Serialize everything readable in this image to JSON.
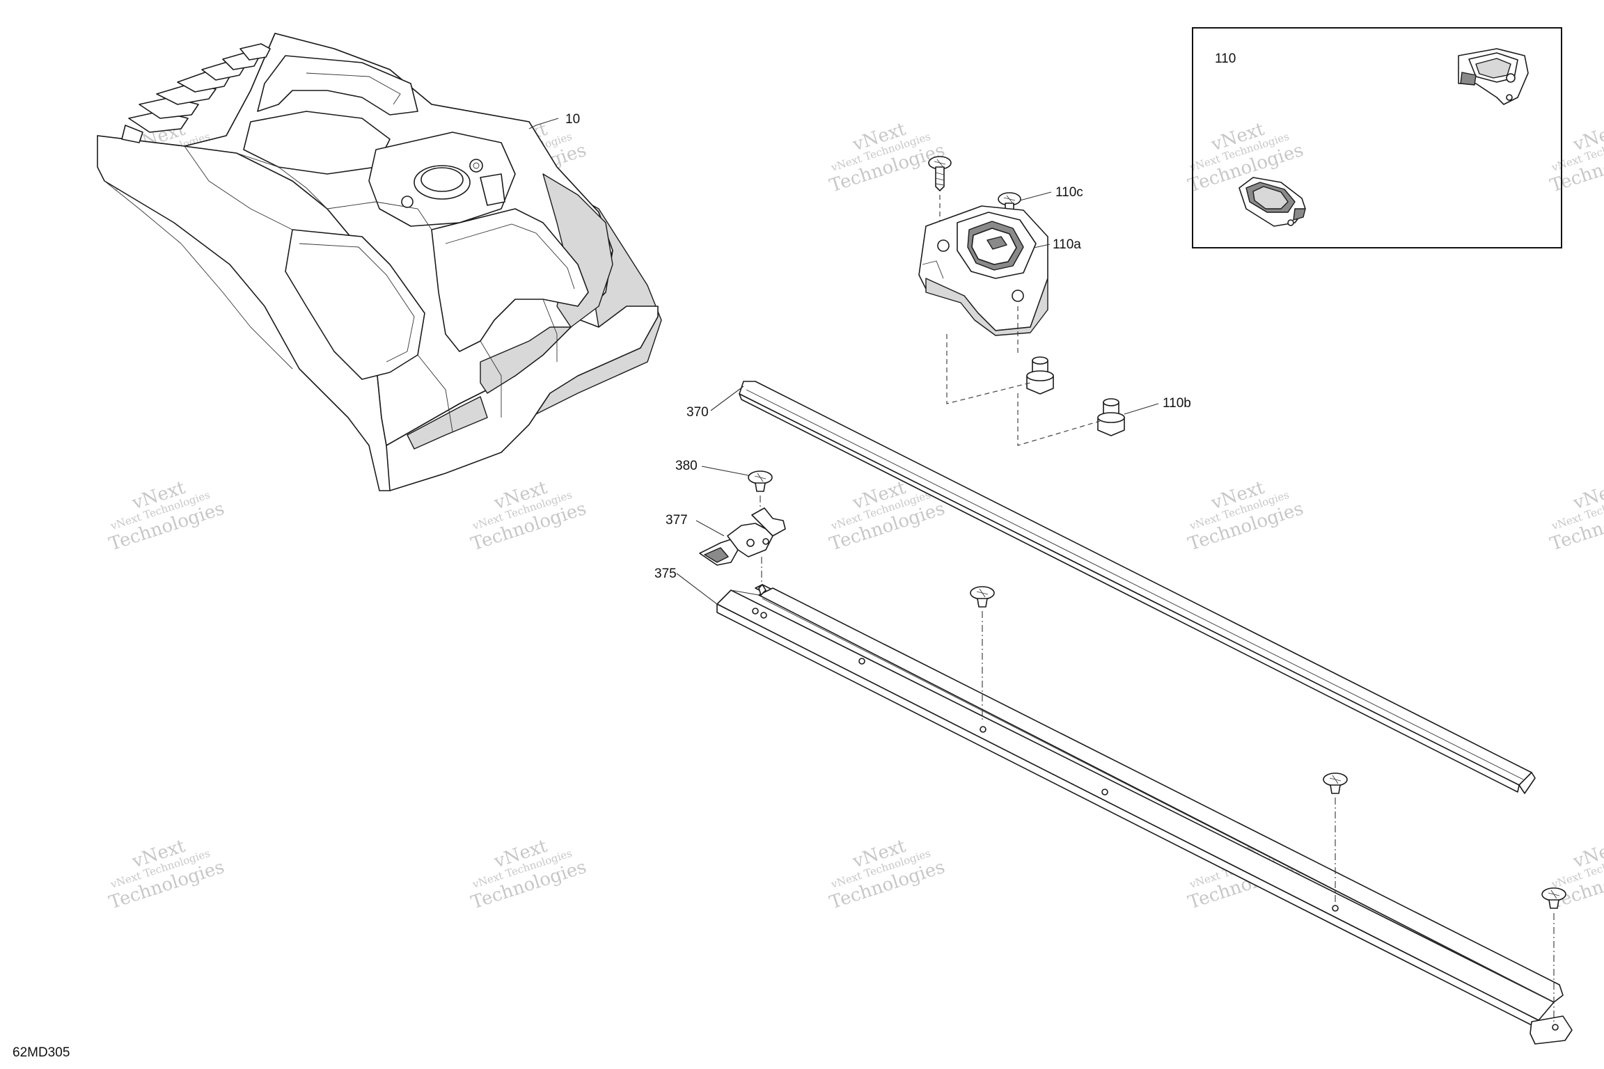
{
  "diagram": {
    "document_id": "62MD305",
    "inset_label": "110",
    "callouts": [
      "10",
      "110c",
      "110a",
      "110b",
      "370",
      "380",
      "377",
      "375"
    ],
    "watermark": {
      "line1": "vNext Technologies",
      "line2": "Technologies",
      "line3": "vNext"
    }
  }
}
